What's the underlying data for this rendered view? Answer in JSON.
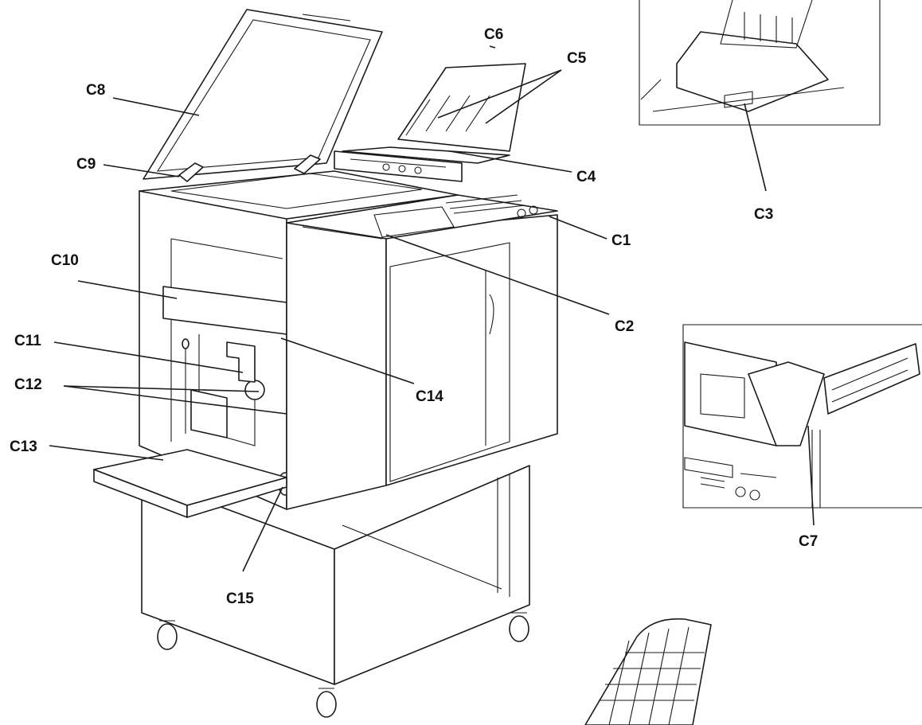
{
  "labels": {
    "c1": "C1",
    "c2": "C2",
    "c3": "C3",
    "c4": "C4",
    "c5": "C5",
    "c6": "C6",
    "c7": "C7",
    "c8": "C8",
    "c9": "C9",
    "c10": "C10",
    "c11": "C11",
    "c12": "C12",
    "c13": "C13",
    "c14": "C14",
    "c15": "C15"
  },
  "colors": {
    "line": "#1a1a1a",
    "text": "#111111",
    "background": "#ffffff"
  }
}
